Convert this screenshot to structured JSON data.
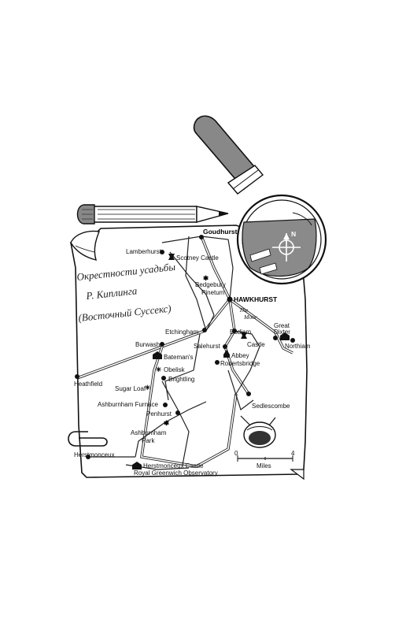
{
  "title_lines": [
    "Окрестности усадьбы",
    "Р. Киплинга",
    "(Восточный Суссекс)"
  ],
  "places": {
    "goudhurst": "Goudhurst",
    "lamberhurst": "Lamberhurst",
    "scotney": "Scotney Castle",
    "bedgebury1": "Bedgebury",
    "bedgebury2": "Pinetum",
    "hawkhurst": "HAWKHURST",
    "moor1": "The",
    "moor2": "Moor",
    "great1": "Great",
    "great2": "Dixter",
    "northiam": "Northiam",
    "etchingham": "Etchingham",
    "bodiam": "Bodiam",
    "castle": "Castle",
    "burwash": "Burwash",
    "salehurst": "Salehurst",
    "abbey": "Abbey",
    "robertsbridge": "Robertsbridge",
    "batemans": "Bateman's",
    "obelisk": "Obelisk",
    "heathfield": "Heathfield",
    "brightling": "Brightling",
    "sugarloaf": "Sugar Loaf",
    "sedlescombe": "Sedlescombe",
    "ashfurnace": "Ashburnham Furnace",
    "penhurst": "Penhurst",
    "ashpark1": "Ashburnham",
    "ashpark2": "Park",
    "herstmonceux": "Herstmonceux",
    "hcastle": "Herstmonceux Castle",
    "observatory": "Royal Greenwich Observatory"
  },
  "scale": {
    "start": "0",
    "end": "4",
    "unit": "Miles"
  },
  "compass": {
    "north": "N"
  }
}
